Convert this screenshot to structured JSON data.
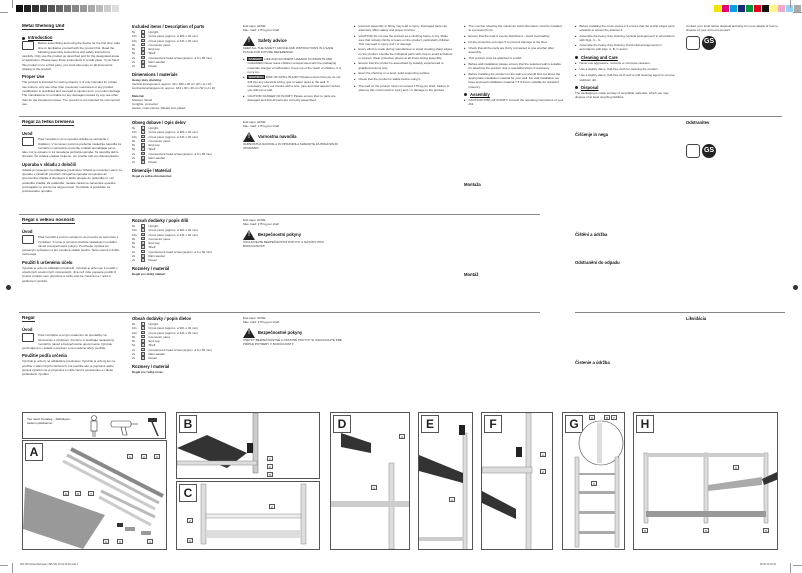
{
  "colorbar_left": [
    "#111",
    "#222",
    "#333",
    "#444",
    "#555",
    "#666",
    "#777",
    "#888",
    "#999",
    "#aaa",
    "#bbb",
    "#ccc",
    "#ddd",
    "#fff"
  ],
  "colorbar_right": [
    "#f3e500",
    "#e6007e",
    "#00a0e3",
    "#1e2a78",
    "#00963f",
    "#e2001a",
    "#111111",
    "#fff58a",
    "#f5a5c8",
    "#8fd3f5",
    "#aaaaaa"
  ],
  "en": {
    "title": "Metal Shelving Unit",
    "introduction": {
      "heading": "Introduction",
      "text": "Before assembling and using the device for the first time, take time to familiarise yourself with the product first. Read the following assembly instructions and safety instructions carefully. Only use the product as described and for the designated areas of application. Please keep these instructions in a safe place. If you hand this product on to a third party, you must also pass on all documents relating to the product."
    },
    "proper_use": {
      "heading": "Proper Use",
      "text": "The product is intended for storing objects. It is only intended for private use indoors. Any use other than previously mentioned or any product modification is prohibited and can lead to injuries and / or product damage. The manufacturer is not liable for any damages caused by any use other than for the intended purpose. The product is not intended for commercial use."
    },
    "parts": {
      "heading": "Included items / Description of parts",
      "items": [
        {
          "qty": "8x",
          "num": "1",
          "label": "Upright"
        },
        {
          "qty": "10x",
          "num": "2",
          "label": "Cross piece (approx. ø 901 x 32 mm)"
        },
        {
          "qty": "10x",
          "num": "3",
          "label": "Cross piece (approx. ø 441 x 32 mm)"
        },
        {
          "qty": "8x",
          "num": "4",
          "label": "Connector piece"
        },
        {
          "qty": "8x",
          "num": "5",
          "label": "End cap"
        },
        {
          "qty": "5x",
          "num": "6",
          "label": "Shelf"
        },
        {
          "qty": "2x",
          "num": "7",
          "label": "Countersunk head screw (approx. ø 6 x 50 mm)"
        },
        {
          "qty": "2x",
          "num": "8",
          "label": "Rain washer"
        },
        {
          "qty": "2x",
          "num": "9",
          "label": "Dowel"
        }
      ]
    },
    "dimensions": {
      "heading": "Dimensions / materials",
      "subheading": "Heavy duty shelving:",
      "vertical": "Vertical arrangement:  approx. 90 x 180 x 46 cm (W x H x D)",
      "horizontal": "Horizontal arrangement:  approx. 184 x 90 x 46 cm (W x H x D)",
      "material_heading": "Material:",
      "shelves": "Shelves:  Wood",
      "uprights": "Uprights, connector",
      "pieces": "pieces, cross pieces:  (Metal) zinc-plated"
    },
    "endcaps": "End caps:  HDSE",
    "maxload": "Max. load:  175 kg per shelf",
    "safety": {
      "heading": "Safety advice",
      "keep": "KEEP ALL THE SAFETY ADVICE AND INSTRUCTIONS IN A SAFE PLACE FOR FUTURE REFERENCE!",
      "danger_label": "DANGER!",
      "danger_text": "LIFE AND ACCIDENT HAZARD TO INFANTS AND CHILDREN! Never leave children unsupervised with the packaging materials. Danger of suffocation. Keep out of the reach of children. It is not a toy.",
      "warning_label": "WARNING!",
      "warning_text": "RISK OF FATAL INJURY! Please ensure that you do not drill into any electrical wiring, gas or water pipes in the wall. If necessary, carry out checks with a wire, pipe and stud detector before you drill into a wall.",
      "caution_text": "CAUTION! DANGER OF INJURY! Please ensure that no parts are damaged and that all parts are correctly assembled."
    },
    "col3_bullets": [
      "Incorrect assembly or fitting may lead to injury. Damaged parts can adversely affect safety and proper function.",
      "CAUTION! Do not use the product as a climbing frame or toy. Make sure that nobody climbs or leans on the product, particularly children. This may lead to injury and / or damage.",
      "Every effort is made during manufacture to avoid creating sharp edges on the product. Handle the individual parts with care to avoid accidents or injuries. Wear protective gloves at all times during assembly.",
      "Ensure that the product is assembled by suitably experienced or qualified persons only.",
      "Erect the shelving on a level, solid supporting surface.",
      "Check that the product is stable before using it.",
      "The load on the product must not exceed 175 kg per shelf. Failure to observe this could result in injury and / or damage to the product."
    ],
    "col4_bullets": [
      "The member showing the maximum load information must be installed at eye level (front).",
      "Ensure that the load is evenly distributed – avoid overloading.",
      "Fit the protective end caps 5 to prevent damage to the floor.",
      "Check that all the parts are firmly connected to one another after assembly.",
      "This product must be attached to a wall!",
      "Before wall installation please ensure that the selected wall is suitable for attaching the product. Ask in specialist shops if necessary.",
      "Before installing the product on the wall you should find out about the appropriate installation material for your wall. For wall installation we have enclosed installation material 7 8 9 that is suitable for standard masonry."
    ],
    "assembly": {
      "heading": "Assembly",
      "text": "CAUTION! RISK OF INJURY! Consult the operating instructions of your drill."
    },
    "col5_bullets": [
      "Before installing the cross pieces 2 3 ensure that the profile edges point upwards to accept the shelves 6.",
      "Assemble the heavy duty shelving (vertical arrangement) in accordance with Figs. A – G.",
      "Assemble the heavy duty shelving (horizontal arrangement) in accordance with Figs. A, B, C and H."
    ],
    "cleaning": {
      "heading": "Cleaning and Care",
      "items": [
        "Never use aggressive, solvents or corrosive cleaners.",
        "Use a slightly damp, fluff-free cloth for cleaning the product.",
        "Use a slightly damp, fluff-free cloth and a mild cleaning agent to remove stubborn dirt."
      ]
    },
    "disposal": {
      "heading": "Disposal",
      "text": "The packaging is made entirely of recyclable materials, which you may dispose of at local recycling facilities.",
      "contact": "Contact your local refuse disposal authority for more details of how to dispose of your worn-out product."
    }
  },
  "hr": {
    "title": "Regal za teška bremena",
    "intro_heading": "Uvod",
    "intro_text": "Pred montažo in prvo uporabo izdelka se seznanite z izdelkom. V ta namen pozorno preberite naslednja navodila za montažo in varnostna opozorila. Izdelek uporabljajte samo tako, kot je opisano in za navedena področja uporabe. Ta navodila dobro shranite. Če izdelek predate tretjemu, mu izročite tudi vso dokumentacijo.",
    "use_heading": "Uporaba v skladu z določili",
    "use_text": "Izdelek je namenjen za odlaganje predmetov. Izdelek je namenjen samo za uporabo v zasebnih prostorih. Drugačna uporaba od opisane ali sprememba izdelka ni dovoljena in lahko privede do poškodbe in / ali poškodbe izdelka. Za poškodbe, nastale zaradi ne-namenske uporabe, proizvajalec ne prevzema odgovornosti. Ta izdelek ni predviden za profesionalno uporabo.",
    "parts_heading": "Obseg dobave / Opis delov",
    "dims_heading": "Dimenzije / Material",
    "dims_sub": "Regal za težka obremenitve:",
    "safety_heading": "Varnostna navodila",
    "safety_keep": "VARNOSTNA NAVODILA IN OPOZORILA SHRANITE ZA PRIHODNJO UPORABO!",
    "assembly_heading": "Montaža",
    "cleaning_heading": "Čiščenje in nega",
    "disposal_heading": "Odstranitev"
  },
  "cz": {
    "title": "Regál s velkou nosností",
    "intro_heading": "Úvod",
    "use_heading": "Použití k určenému účelu",
    "parts_heading": "Rozsah dodávky / popis dílů",
    "dims_heading": "Rozměry / materiál",
    "dims_sub": "Regál pro těžký náklad:",
    "safety_heading": "Bezpečnostní pokyny",
    "safety_keep": "USCHOVEJTE BEZPEČNOSTNÍ POKYNY A NÁVODY PRO BUDOUCNOST!",
    "assembly_heading": "Montáž",
    "cleaning_heading": "Čištění a údržba",
    "disposal_heading": "Odstranění do odpadu",
    "intro_text": "Před montáží a prvním uvedením do provozu se seznamte s výrobkem. K tomu si pozorně přečtěte následující montážní návod a bezpečnostní pokyny. Používejte výrobek jen popsaným způsobem a pro uvedené oblasti použití. Tento návod si dobře uschovejte.",
    "use_text": "Výrobek je určen k odkládání předmětů. Výrobek je určen jen k použití v uzavřených soukromých místnostech. Jiné než výše popsané použití či změna výrobku není přípustné a může vést ke zraněním a / nebo k poškození výrobku."
  },
  "sk": {
    "title": "Regál",
    "intro_heading": "Úvod",
    "use_heading": "Použitie podľa určenia",
    "parts_heading": "Obsah dodávky / popis dielov",
    "dims_heading": "Rozmery / materiál",
    "dims_sub": "Regál pre ťažký tovar:",
    "safety_heading": "Bezpečnostné pokyny",
    "safety_keep": "VŠETKY BEZPEČNOSTNÉ A OSTATNÉ POKYNY SI USCHOVAJTE PRE PRÍPAD POTREBY V BUDÚCNOSTI!",
    "assembly_heading": "Montáž",
    "cleaning_heading": "Čistenie a údržba",
    "disposal_heading": "Likvidácia",
    "intro_text": "Pred montážou a prvým uvedením do prevádzky sa oboznámte s výrobkom. Pozorne si prečítajte nasledovný montážny návod a bezpečnostné upozornenia. Výrobok používajte len v súlade s popisom a na uvedené účely použitia.",
    "use_text": "Výrobok je určený na odkladanie predmetov. Výrobok je určený len na použitie v súkromných interiéroch. Iné použitie ako je popísané alebo úprava výrobku nie je prípustná a môže viesť k poraneniam a / alebo poškodeniu výrobku."
  },
  "tools_box": {
    "text": "You need: Fertaleg... Reihdeyes... Aedem pswdwuns²",
    "icons": [
      "person-icon",
      "drill-icon",
      "hammer-icon"
    ]
  },
  "panels": {
    "A": {
      "label": "A",
      "tags": [
        "1",
        "2",
        "3",
        "3",
        "2",
        "9",
        "8",
        "7",
        "6",
        "5",
        "4"
      ]
    },
    "B": {
      "label": "B",
      "tags": [
        "1",
        "2",
        "5"
      ]
    },
    "C": {
      "label": "C",
      "tags": [
        "2",
        "2",
        "5"
      ]
    },
    "D": {
      "label": "D",
      "tags": [
        "4",
        "1"
      ]
    },
    "E": {
      "label": "E",
      "tags": [
        "1"
      ]
    },
    "F": {
      "label": "F",
      "tags": [
        "1",
        "2"
      ]
    },
    "G": {
      "label": "G",
      "tags": [
        "9",
        "8",
        "7",
        "6"
      ]
    },
    "H": {
      "label": "H",
      "tags": [
        "6",
        "5",
        "5",
        "5"
      ]
    }
  },
  "footer": {
    "left": "IAN 300 Schwerlastregal_LB8 (SK) 03 04 06 AV.indd  1",
    "right": "06.05.19  10:34"
  }
}
